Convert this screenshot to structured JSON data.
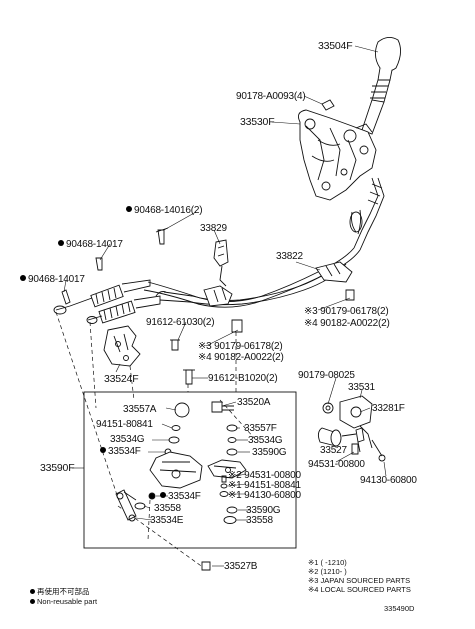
{
  "labels": {
    "p33504F": "33504F",
    "p90178": "90178-A0093(4)",
    "p33530F": "33530F",
    "p90468_14016": "90468-14016(2)",
    "p33829": "33829",
    "p90468_14017a": "90468-14017",
    "p33822": "33822",
    "p90468_14017b": "90468-14017",
    "p91612_61030": "91612-61030(2)",
    "p90179_06178_r1": "※3 90179-06178(2)",
    "p90182_r2": "※4 90182-A0022(2)",
    "p90179_06178_c1": "※3 90179-06178(2)",
    "p90182_c2": "※4 90182-A0022(2)",
    "p33524F": "33524F",
    "p91612_B1020": "91612-B1020(2)",
    "p90179_08025": "90179-08025",
    "p33531": "33531",
    "p33557A": "33557A",
    "p33520A": "33520A",
    "p33281F": "33281F",
    "p94151_a": "94151-80841",
    "p33557F": "33557F",
    "p33534G_l": "33534G",
    "p33534G_r": "33534G",
    "p33534F_top": "33534F",
    "p33590G_a": "33590G",
    "p33527": "33527",
    "p33590F": "33590F",
    "p94531_00800": "94531-00800",
    "p94531_ast": "※2 94531-00800",
    "p94151_ast": "※1 94151-80841",
    "p94130_ast": "※1 94130-60800",
    "p94130_60800": "94130-60800",
    "p33534F_bot": "33534F",
    "p33558_l": "33558",
    "p33590G_b": "33590G",
    "p33534E": "33534E",
    "p33558_r": "33558",
    "p33527B": "33527B"
  },
  "footnotes": {
    "n1": "※1 (      -1210)",
    "n2": "※2 (1210-      )",
    "n3": "※3 JAPAN SOURCED PARTS",
    "n4": "※4 LOCAL SOURCED PARTS"
  },
  "legend": {
    "nonreusable_jp": "再使用不可部品",
    "nonreusable_en": "Non-reusable part"
  },
  "diagram_id": "335490D"
}
